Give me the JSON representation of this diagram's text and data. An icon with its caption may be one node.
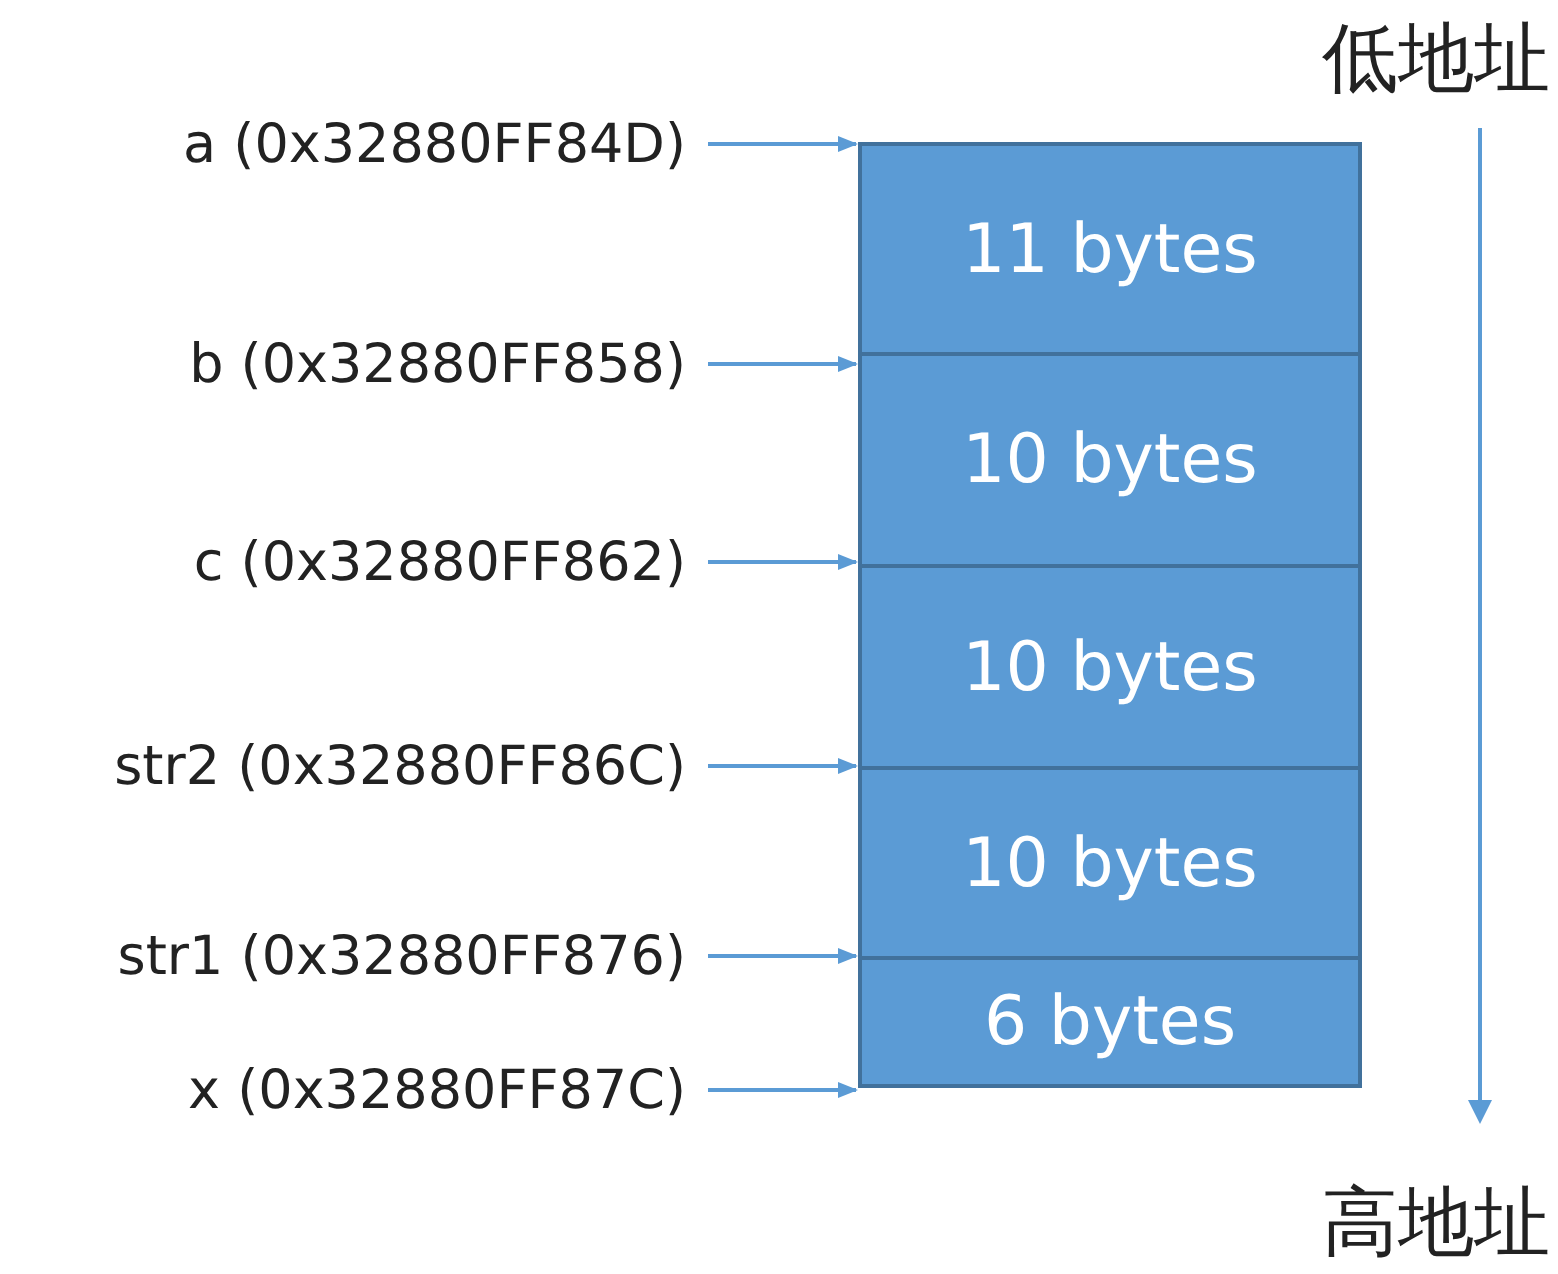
{
  "diagram": {
    "nodes": [
      {
        "text": [
          "11 bytes"
        ]
      },
      {
        "text": [
          "10 bytes"
        ]
      },
      {
        "text": [
          "10 bytes"
        ]
      },
      {
        "text": [
          "10 bytes"
        ]
      },
      {
        "text": [
          "6 bytes"
        ]
      },
      {
        "text": [
          "a (0x32880FF84D)"
        ]
      },
      {
        "text": [
          "b (0x32880FF858)"
        ]
      },
      {
        "text": [
          "c (0x32880FF862)"
        ]
      },
      {
        "text": [
          "str2 (0x32880FF86C)"
        ]
      },
      {
        "text": [
          "str1 (0x32880FF876)"
        ]
      },
      {
        "text": [
          "x (0x32880FF87C)"
        ]
      }
    ],
    "edges": [
      {
        "from": 5,
        "to": 0,
        "arrow": "to"
      },
      {
        "from": 6,
        "to": 1,
        "arrow": "to"
      },
      {
        "from": 7,
        "to": 2,
        "arrow": "to"
      },
      {
        "from": 8,
        "to": 3,
        "arrow": "to"
      },
      {
        "from": 9,
        "to": 4,
        "arrow": "to"
      },
      {
        "from": 10,
        "to": 4,
        "arrow": "to"
      }
    ],
    "labels": [
      "低地址",
      "高地址"
    ]
  }
}
